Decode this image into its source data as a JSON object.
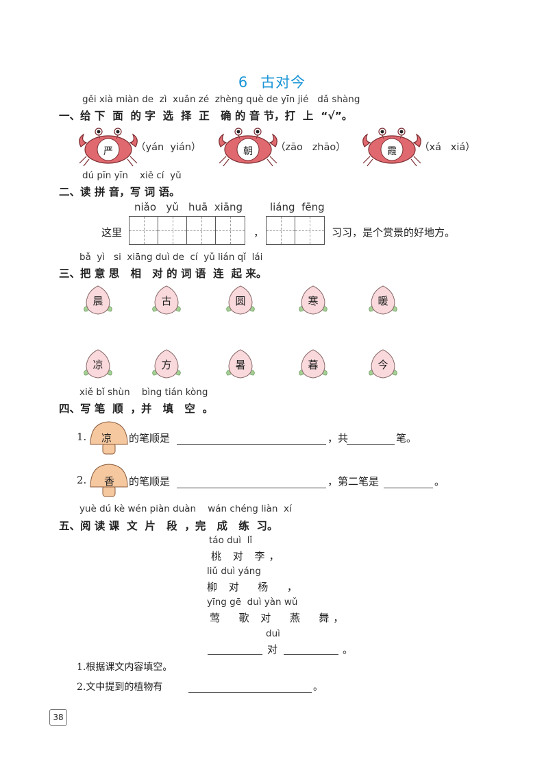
{
  "title": {
    "number": "6",
    "text": "古对今"
  },
  "q1": {
    "pinyin": "gěi xià miàn de  zì  xuǎn zé  zhèng què de yīn jié   dǎ shàng",
    "heading": "一、给 下  面  的 字  选  择  正   确 的 音 节，打  上  “√”。",
    "items": [
      {
        "char": "严",
        "options": "（yán  yián）"
      },
      {
        "char": "朝",
        "options": "（zāo   zhāo）"
      },
      {
        "char": "霞",
        "options": "（xá   xiá）"
      }
    ]
  },
  "q2": {
    "pinyin": "dú pīn yīn    xiě cí  yǔ",
    "heading": "二、读 拼 音，写 词 语。",
    "word1_pinyin": "niǎo   yǔ   huā  xiāng",
    "word2_pinyin": "liáng  fēng",
    "prefix": "这里",
    "comma": "，",
    "suffix": "习习，是个赏景的好地方。"
  },
  "q3": {
    "pinyin": "bǎ  yì   si  xiāng duì de  cí  yǔ lián qǐ  lái",
    "heading": "三、把 意 思   相   对 的 词 语  连  起 来。",
    "top_row": [
      "晨",
      "古",
      "圆",
      "寒",
      "暖"
    ],
    "bottom_row": [
      "凉",
      "方",
      "暑",
      "暮",
      "今"
    ]
  },
  "q4": {
    "pinyin": "xiě bǐ shùn    bìng tián kòng",
    "heading": "四、写 笔  顺  ，并   填   空  。",
    "item1": {
      "num": "1.",
      "char": "凉",
      "text1": "的笔顺是",
      "text2": "，共",
      "text3": "笔。"
    },
    "item2": {
      "num": "2.",
      "char": "香",
      "text1": "的笔顺是",
      "text2": "，第二笔是",
      "text3": "。"
    }
  },
  "q5": {
    "pinyin": "yuè dú kè wén piàn duàn    wán chéng liàn  xí",
    "heading": "五、阅 读 课  文  片   段  ，完   成   练  习。",
    "poem": [
      {
        "pinyin": "táo duì  lǐ",
        "text": "桃 对 李，"
      },
      {
        "pinyin": "liǔ duì yáng",
        "text": "柳 对  杨  ，"
      },
      {
        "pinyin": "yīng gē  duì yàn wǔ",
        "text": "莺  歌 对  燕  舞，"
      }
    ],
    "blank_pinyin": "duì",
    "blank_mid": "对",
    "blank_end": "。",
    "sub1": "1.根据课文内容填空。",
    "sub2": "2.文中提到的植物有",
    "sub2_end": "。"
  },
  "page_number": "38",
  "colors": {
    "title": "#1a95d6",
    "crab": "#e0696f",
    "peach": "#f9d9dc",
    "leaf": "#a5cf96",
    "mushroom": "#f5c8a0"
  }
}
